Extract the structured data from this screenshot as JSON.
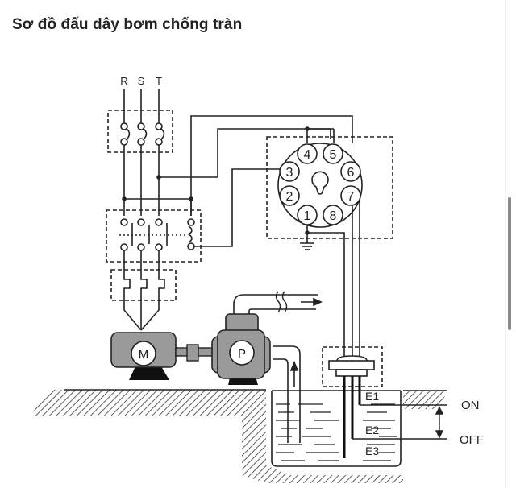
{
  "page": {
    "title": "Sơ đồ đấu dây bơm chống tràn"
  },
  "diagram": {
    "phases": [
      "R",
      "S",
      "T"
    ],
    "relay_pins": [
      "1",
      "2",
      "3",
      "4",
      "5",
      "6",
      "7",
      "8"
    ],
    "motor_label": "M",
    "pump_label": "P",
    "electrodes": [
      "E1",
      "E2",
      "E3"
    ],
    "level_on": "ON",
    "level_off": "OFF",
    "colors": {
      "line": "#222222",
      "machine_fill": "#9a9a9a",
      "base_fill": "#111111",
      "hatch": "#333333"
    }
  }
}
